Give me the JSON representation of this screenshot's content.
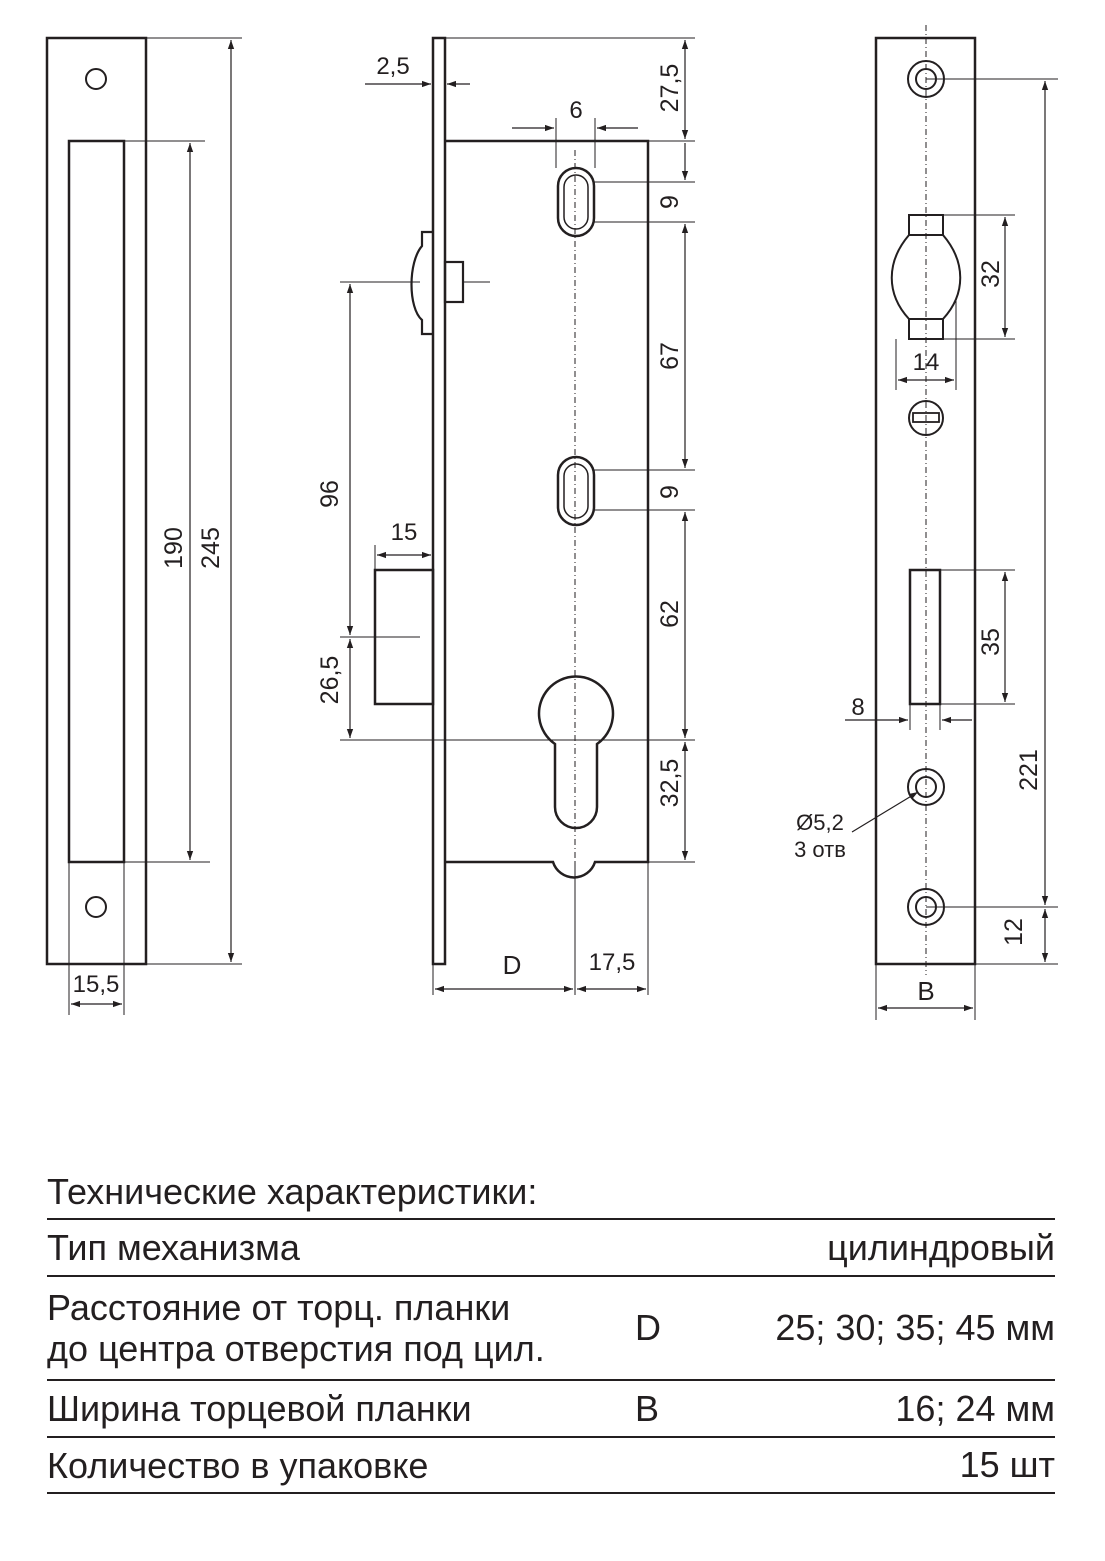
{
  "drawing": {
    "dims": {
      "d_2_5": "2,5",
      "d_27_5": "27,5",
      "d_6": "6",
      "d_9a": "9",
      "d_67": "67",
      "d_9b": "9",
      "d_62": "62",
      "d_32_5": "32,5",
      "d_96": "96",
      "d_15": "15",
      "d_26_5": "26,5",
      "d_190": "190",
      "d_245": "245",
      "d_15_5": "15,5",
      "d_D": "D",
      "d_17_5": "17,5",
      "d_32": "32",
      "d_14": "14",
      "d_35": "35",
      "d_8": "8",
      "d_221": "221",
      "d_12": "12",
      "d_B": "B"
    },
    "hole_note": {
      "diameter": "Ø5,2",
      "count": "3 отв"
    }
  },
  "specs": {
    "title": "Технические характеристики:",
    "rows": [
      {
        "label": "Тип механизма",
        "symbol": "",
        "value": "цилиндровый"
      },
      {
        "label_line1": "Расстояние от торц. планки",
        "label_line2": "до центра отверстия под цил.",
        "symbol": "D",
        "value": "25; 30; 35; 45 мм"
      },
      {
        "label": "Ширина торцевой планки",
        "symbol": "B",
        "value": "16; 24 мм"
      },
      {
        "label": "Количество в упаковке",
        "symbol": "",
        "value": "15 шт"
      }
    ]
  }
}
